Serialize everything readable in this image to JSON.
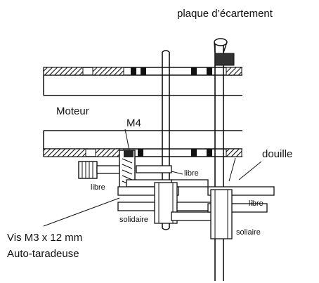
{
  "labels": {
    "spacer_plate": "plaque d’écartement",
    "motor": "Moteur",
    "m4": "M4",
    "bushing": "douille",
    "free_upper": "libre",
    "free_left": "libre",
    "free_right": "libre",
    "fixed_left": "solidaire",
    "fixed_right": "soliaire",
    "screw_line1": "Vis M3 x 12 mm",
    "screw_line2": "Auto-taradeuse"
  },
  "colors": {
    "ink": "#111111",
    "paper": "#ffffff"
  }
}
